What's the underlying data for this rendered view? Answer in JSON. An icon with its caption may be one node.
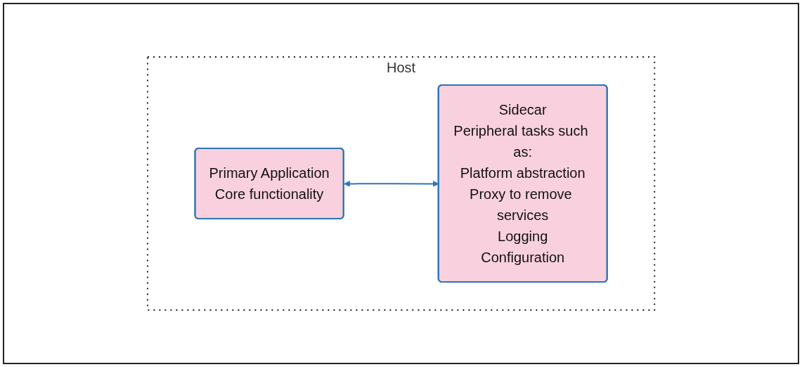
{
  "diagram": {
    "nodes": [
      {
        "text": [
          "Host"
        ]
      },
      {
        "text": [
          "Primary Application",
          "Core functionality"
        ],
        "in": 0
      },
      {
        "text": [
          "Sidecar",
          "Peripheral tasks such as:",
          "Platform abstraction",
          "Proxy to remove services",
          "Logging",
          "Configuration"
        ],
        "in": 0
      }
    ],
    "edges": [
      {
        "from": 1,
        "to": 2,
        "arrow": "both"
      }
    ]
  }
}
